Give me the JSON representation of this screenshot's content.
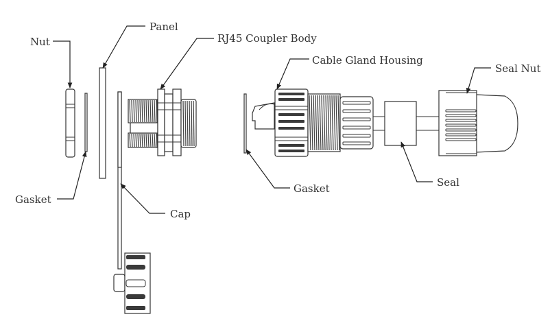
{
  "diagram": {
    "title": "RJ45 waterproof coupler exploded view",
    "labels": {
      "nut": "Nut",
      "panel": "Panel",
      "coupler_body": "RJ45 Coupler Body",
      "cable_gland_housing": "Cable Gland Housing",
      "seal_nut": "Seal Nut",
      "gasket_left": "Gasket",
      "cap": "Cap",
      "gasket_right": "Gasket",
      "seal": "Seal"
    },
    "colors": {
      "line": "#333333",
      "background": "#ffffff"
    }
  }
}
